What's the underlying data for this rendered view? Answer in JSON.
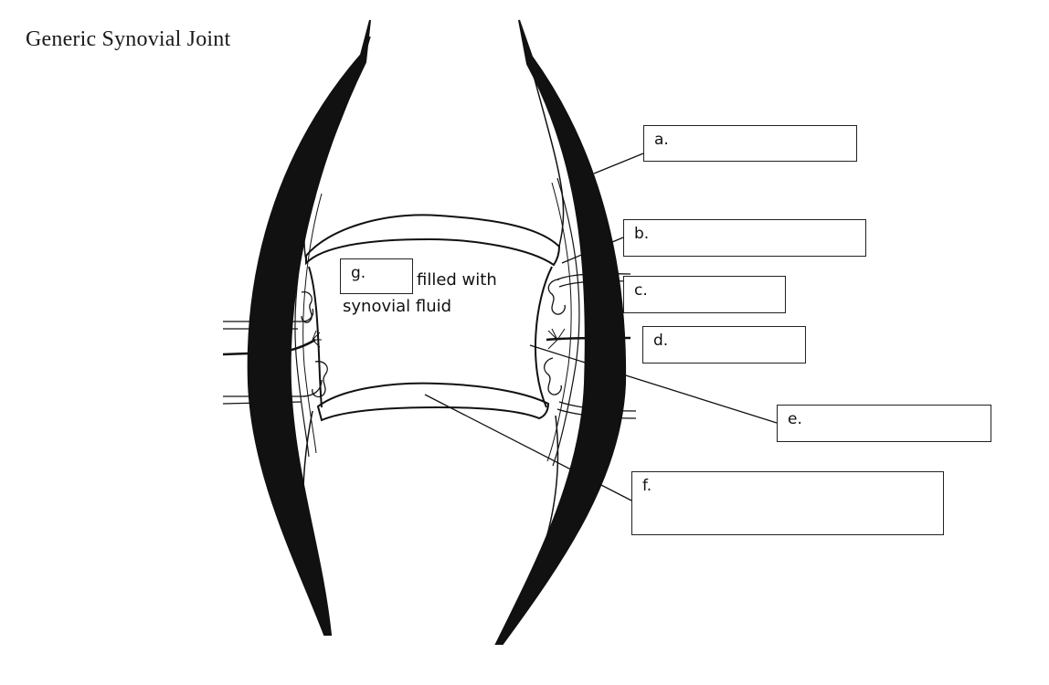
{
  "title": "Generic Synovial Joint",
  "labels": {
    "a": "a.",
    "b": "b.",
    "c": "c.",
    "d": "d.",
    "e": "e.",
    "f": "f.",
    "g": "g."
  },
  "cavity_text": {
    "line1": "filled with",
    "line2": "synovial fluid"
  }
}
